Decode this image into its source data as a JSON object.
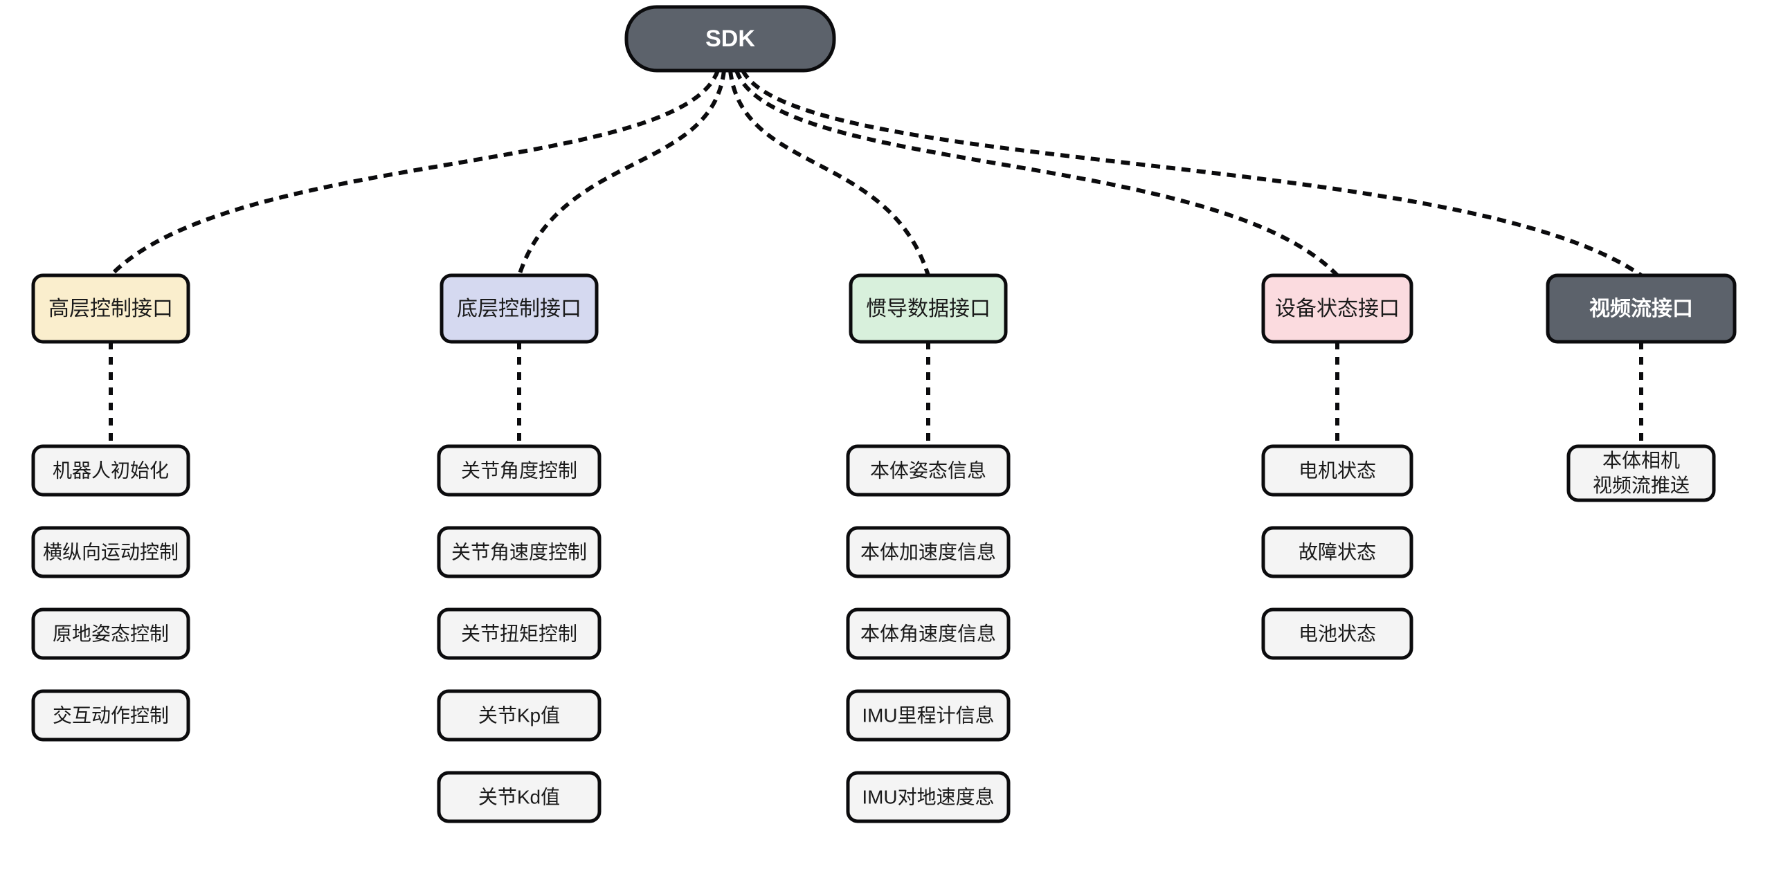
{
  "diagram": {
    "type": "tree",
    "orientation": "top-down",
    "edge_style": "dashed-curved",
    "colors": {
      "root_fill": "#5c626b",
      "root_text": "#ffffff",
      "edge": "#0b0b0d",
      "border": "#0b0b0d",
      "leaf_fill": "#f4f4f4",
      "leaf_text": "#1a1a1a",
      "background": "#ffffff"
    },
    "root": {
      "label": "SDK",
      "fill": "#5c626b",
      "text_color": "#ffffff"
    },
    "categories": [
      {
        "id": "high-level-control",
        "label": "高层控制接口",
        "fill": "#faeecd",
        "text_color": "#1a1a1a",
        "dark": false,
        "leaves": [
          {
            "lines": [
              "机器人初始化"
            ]
          },
          {
            "lines": [
              "横纵向运动控制"
            ]
          },
          {
            "lines": [
              "原地姿态控制"
            ]
          },
          {
            "lines": [
              "交互动作控制"
            ]
          }
        ]
      },
      {
        "id": "low-level-control",
        "label": "底层控制接口",
        "fill": "#d5d9f0",
        "text_color": "#1a1a1a",
        "dark": false,
        "leaves": [
          {
            "lines": [
              "关节角度控制"
            ]
          },
          {
            "lines": [
              "关节角速度控制"
            ]
          },
          {
            "lines": [
              "关节扭矩控制"
            ]
          },
          {
            "lines": [
              "关节Kp值"
            ]
          },
          {
            "lines": [
              "关节Kd值"
            ]
          }
        ]
      },
      {
        "id": "imu-data",
        "label": "惯导数据接口",
        "fill": "#d8f0dc",
        "text_color": "#1a1a1a",
        "dark": false,
        "leaves": [
          {
            "lines": [
              "本体姿态信息"
            ]
          },
          {
            "lines": [
              "本体加速度信息"
            ]
          },
          {
            "lines": [
              "本体角速度信息"
            ]
          },
          {
            "lines": [
              "IMU里程计信息"
            ]
          },
          {
            "lines": [
              "IMU对地速度息"
            ]
          }
        ]
      },
      {
        "id": "device-status",
        "label": "设备状态接口",
        "fill": "#fbdbdf",
        "text_color": "#1a1a1a",
        "dark": false,
        "leaves": [
          {
            "lines": [
              "电机状态"
            ]
          },
          {
            "lines": [
              "故障状态"
            ]
          },
          {
            "lines": [
              "电池状态"
            ]
          }
        ]
      },
      {
        "id": "video-stream",
        "label": "视频流接口",
        "fill": "#5c626b",
        "text_color": "#ffffff",
        "dark": true,
        "leaves": [
          {
            "lines": [
              "本体相机",
              "视频流推送"
            ]
          }
        ]
      }
    ]
  }
}
